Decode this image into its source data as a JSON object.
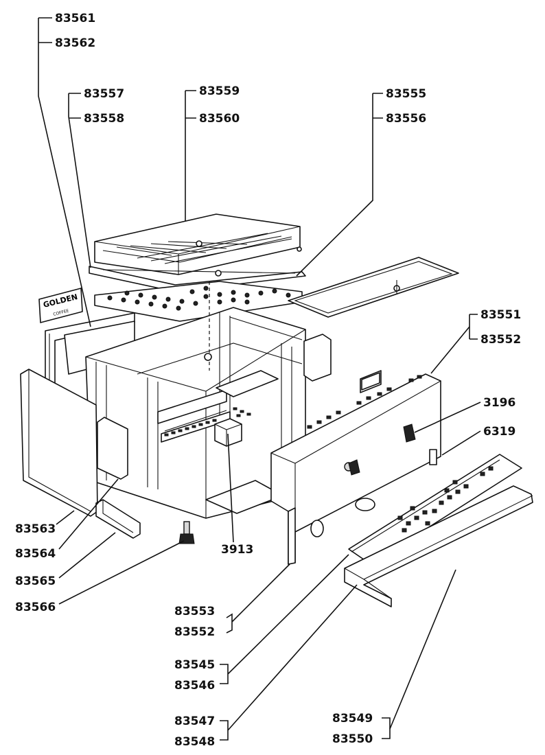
{
  "labels": {
    "l83561": "83561",
    "l83562": "83562",
    "l83557": "83557",
    "l83558": "83558",
    "l83559": "83559",
    "l83560": "83560",
    "l83555": "83555",
    "l83556": "83556",
    "l83551": "83551",
    "l83552a": "83552",
    "l3196": "3196",
    "l6319": "6319",
    "l83563": "83563",
    "l83564": "83564",
    "l83565": "83565",
    "l83566": "83566",
    "l3913": "3913",
    "l83553": "83553",
    "l83552b": "83552",
    "l83545": "83545",
    "l83546": "83546",
    "l83547": "83547",
    "l83548": "83548",
    "l83549": "83549",
    "l83550": "83550"
  },
  "logo": {
    "brand": "GOLDEN",
    "sub": "COFFEE"
  }
}
